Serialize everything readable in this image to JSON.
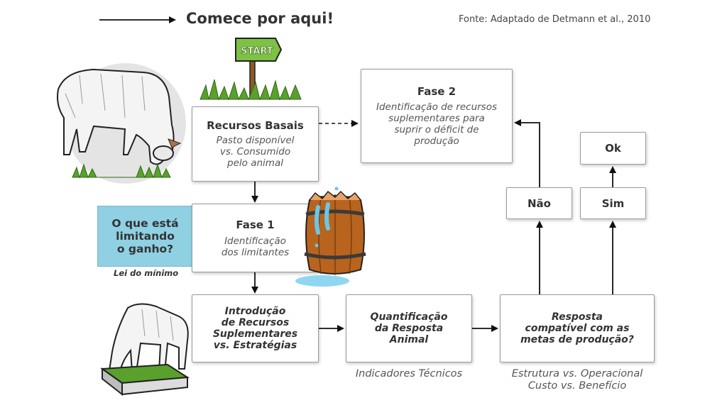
{
  "header": {
    "start_title": "Comece por aqui!",
    "source": "Fonte: Adaptado de Detmann et al., 2010"
  },
  "sign": {
    "label": "START"
  },
  "boxes": {
    "recursos_basais": {
      "title": "Recursos Basais",
      "lines": [
        "Pasto disponível",
        "vs. Consumido",
        "pelo animal"
      ]
    },
    "fase1": {
      "title": "Fase 1",
      "lines": [
        "Identificação",
        "dos limitantes"
      ]
    },
    "fase2": {
      "title": "Fase 2",
      "lines": [
        "Identificação de recursos",
        "suplementares para",
        "suprir o déficit de",
        "produção"
      ]
    },
    "introducao": {
      "lines": [
        "Introdução",
        "de Recursos",
        "Suplementares",
        "vs. Estratégias"
      ]
    },
    "quantificacao": {
      "lines": [
        "Quantificação",
        "da Resposta",
        "Animal"
      ]
    },
    "resposta": {
      "lines": [
        "Resposta",
        "compatível com as",
        "metas de produção?"
      ]
    },
    "nao": {
      "label": "Não"
    },
    "sim": {
      "label": "Sim"
    },
    "ok": {
      "label": "Ok"
    }
  },
  "limit_box": {
    "lines": [
      "O que está",
      "limitando",
      "o ganho?"
    ],
    "caption": "Lei do mínimo"
  },
  "notes": {
    "indicadores": "Indicadores Técnicos",
    "estrutura": [
      "Estrutura vs. Operacional",
      "Custo vs. Benefício"
    ]
  },
  "colors": {
    "blue_box": "#8fd0e3",
    "grass": "#5aa02c",
    "sign": "#7dc243",
    "barrel": "#b8641e",
    "water": "#6cc6e6"
  },
  "illustrations": [
    "grazing-cow-illustration",
    "start-sign-illustration",
    "leaking-barrel-illustration",
    "cow-feeding-trough-illustration"
  ]
}
